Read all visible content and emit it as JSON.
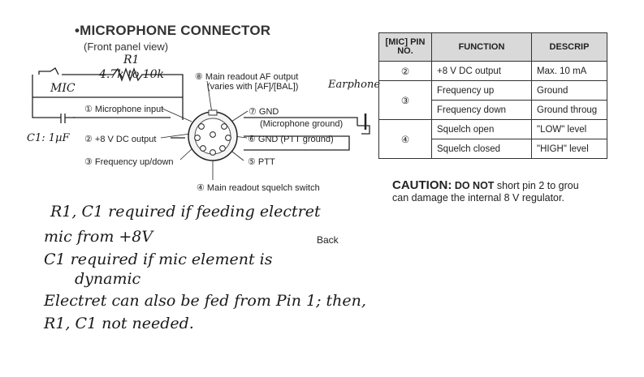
{
  "header": {
    "title": "•MICROPHONE CONNECTOR",
    "subtitle": "(Front panel view)"
  },
  "diagram": {
    "r1": "R1",
    "r1_value": "4.7k to 10k",
    "mic": "MIC",
    "c1": "C1: 1µF",
    "earphone": "Earphone",
    "pins": {
      "p1": "① Microphone input",
      "p2": "② +8 V DC output",
      "p3": "③ Frequency up/down",
      "p4": "④ Main readout squelch switch",
      "p5": "⑤ PTT",
      "p6": "⑥ GND (PTT ground)",
      "p7a": "⑦ GND",
      "p7b": "(Microphone ground)",
      "p8a": "⑧ Main readout AF output",
      "p8b": "(varies with [AF]/[BAL])"
    }
  },
  "table": {
    "headers": [
      "[MIC] PIN NO.",
      "FUNCTION",
      "DESCRIP"
    ],
    "rows": [
      {
        "pin": "②",
        "function": "+8 V DC output",
        "description": "Max. 10 mA"
      },
      {
        "pin": "③",
        "function": "Frequency up",
        "description": "Ground"
      },
      {
        "pin": "",
        "function": "Frequency down",
        "description": "Ground throug"
      },
      {
        "pin": "④",
        "function": "Squelch open",
        "description": "\"LOW\" level"
      },
      {
        "pin": "",
        "function": "Squelch closed",
        "description": "\"HIGH\" level"
      }
    ]
  },
  "caution": {
    "word": "CAUTION:",
    "do_not": "DO NOT",
    "line1_rest": "short pin 2 to grou",
    "line2": "can damage the internal 8 V regulator."
  },
  "back_label": "Back",
  "notes": {
    "line1": "R1, C1 required if feeding electret",
    "line2": "mic from +8V",
    "line3": "C1 required if mic element is",
    "line4": "dynamic",
    "line5": "Electret can also be fed from Pin 1; then,",
    "line6": "R1, C1 not needed."
  }
}
